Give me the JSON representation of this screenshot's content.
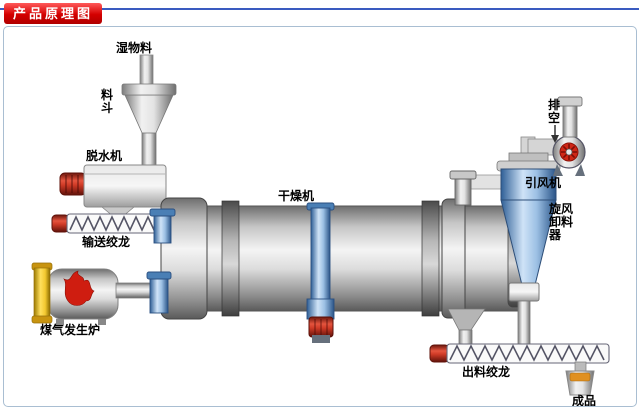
{
  "header": {
    "title": "产品原理图"
  },
  "diagram": {
    "labels": {
      "wet_material": "湿物料",
      "hopper": "料斗",
      "dewatering": "脱水机",
      "feed_auger": "输送绞龙",
      "gas_furnace": "煤气发生炉",
      "dryer": "干燥机",
      "vent": "排空",
      "fan": "引风机",
      "cyclone": "旋风卸料器",
      "discharge_auger": "出料绞龙",
      "product": "成品"
    },
    "colors": {
      "title_red": "#d40000",
      "top_line_blue": "#3a5bc0",
      "machine_blue": "#4a7fb5",
      "motor_red": "#c63524",
      "furnace_yellow": "#f3c830",
      "metal_gray": "#c6c6c6"
    }
  }
}
